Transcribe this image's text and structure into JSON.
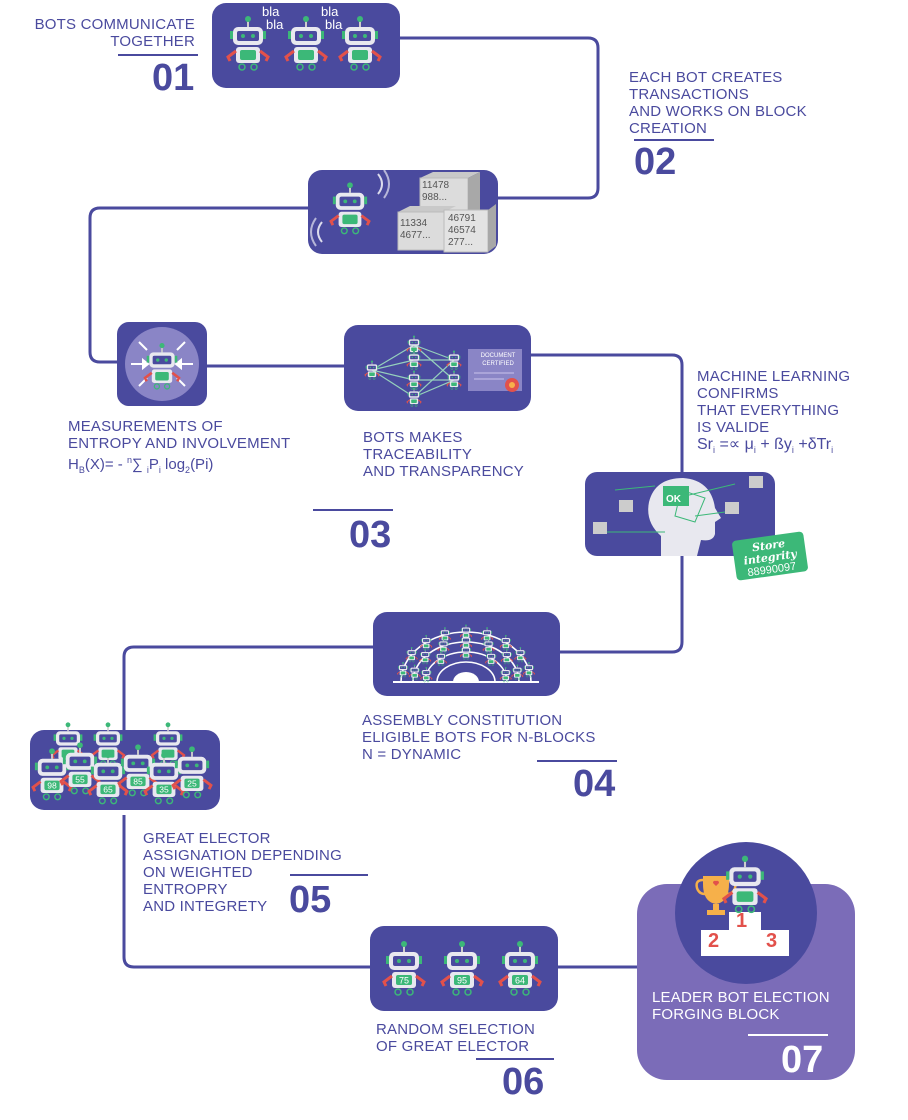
{
  "steps": {
    "s01": {
      "label": "BOTS COMMUNICATE\nTOGETHER",
      "number": "01",
      "speech": [
        "bla",
        "bla",
        "bla",
        "bla"
      ]
    },
    "s02": {
      "label": "EACH BOT CREATES\nTRANSACTIONS\nAND WORKS ON BLOCK\nCREATION",
      "number": "02",
      "block_top": [
        "11478",
        "988..."
      ],
      "block_left": [
        "11334",
        "4677..."
      ],
      "block_right": [
        "46791",
        "46574",
        "277..."
      ]
    },
    "s03": {
      "number": "03",
      "entropy_label": "MEASUREMENTS OF\nENTROPY AND INVOLVEMENT",
      "traceability_label": "BOTS MAKES\nTRACEABILITY\nAND TRANSPARENCY",
      "document_text": [
        "DOCUMENT",
        "CERTIFIED"
      ]
    },
    "ml": {
      "label": "MACHINE LEARNING\nCONFIRMS\nTHAT EVERYTHING\nIS VALIDE",
      "ok": "OK",
      "stamp_title": "Store integrity",
      "stamp_number": "88990097"
    },
    "s04": {
      "label": "ASSEMBLY CONSTITUTION\nELIGIBLE BOTS FOR N-BLOCKS\nN = DYNAMIC",
      "number": "04"
    },
    "s05": {
      "label": "GREAT ELECTOR\nASSIGNATION DEPENDING\nON WEIGHTED\nENTROPRY\nAND INTEGRETY",
      "number": "05",
      "scores": [
        "98",
        "55",
        "65",
        "85",
        "35",
        "25"
      ]
    },
    "s06": {
      "label": "RANDOM SELECTION\nOF GREAT ELECTOR",
      "number": "06",
      "scores": [
        "75",
        "95",
        "64"
      ]
    },
    "s07": {
      "label": "LEADER BOT ELECTION\nFORGING BLOCK",
      "number": "07",
      "podium": [
        "1",
        "2",
        "3"
      ]
    }
  },
  "colors": {
    "panel": "#4a4a9e",
    "panel_light": "#7b6cb8",
    "bot_green": "#3cb878",
    "bot_red": "#e2514b",
    "text": "#4a4a9e"
  }
}
